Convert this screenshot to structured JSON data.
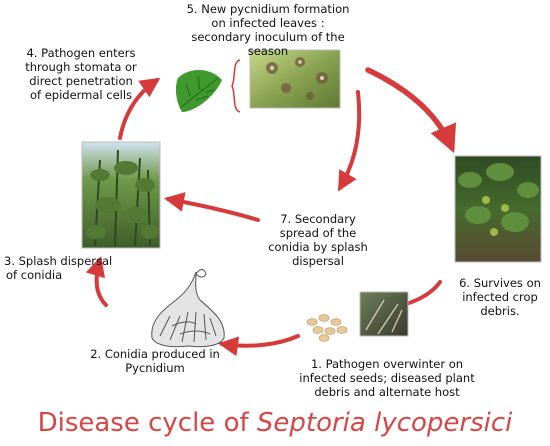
{
  "title": {
    "prefix": "Disease cycle of ",
    "species": "Septoria lycopersici"
  },
  "steps": [
    {
      "id": "step-1",
      "lines": [
        "1.  Pathogen overwinter on",
        "infected seeds; diseased plant",
        "debris and alternate host"
      ]
    },
    {
      "id": "step-2",
      "lines": [
        "2. Conidia produced in",
        "Pycnidium"
      ]
    },
    {
      "id": "step-3",
      "lines": [
        "3. Splash dispersal",
        "of conidia"
      ]
    },
    {
      "id": "step-4",
      "lines": [
        "4. Pathogen enters",
        "through stomata or",
        "direct penetration",
        "of epidermal cells"
      ]
    },
    {
      "id": "step-5",
      "lines": [
        "5. New pycnidium formation",
        "on infected leaves :",
        "secondary inoculum of the",
        "season"
      ]
    },
    {
      "id": "step-6",
      "lines": [
        "6. Survives on",
        "infected crop",
        "debris."
      ]
    },
    {
      "id": "step-7",
      "lines": [
        "7. Secondary",
        "spread of the",
        "conidia by splash",
        "dispersal"
      ]
    }
  ],
  "colors": {
    "arrow": "#d63a3a",
    "title": "#d94545",
    "text": "#111111"
  },
  "icons": {
    "seeds": "seeds-icon",
    "pycnidium": "pycnidium-drawing-icon",
    "leaf": "leaf-icon"
  }
}
